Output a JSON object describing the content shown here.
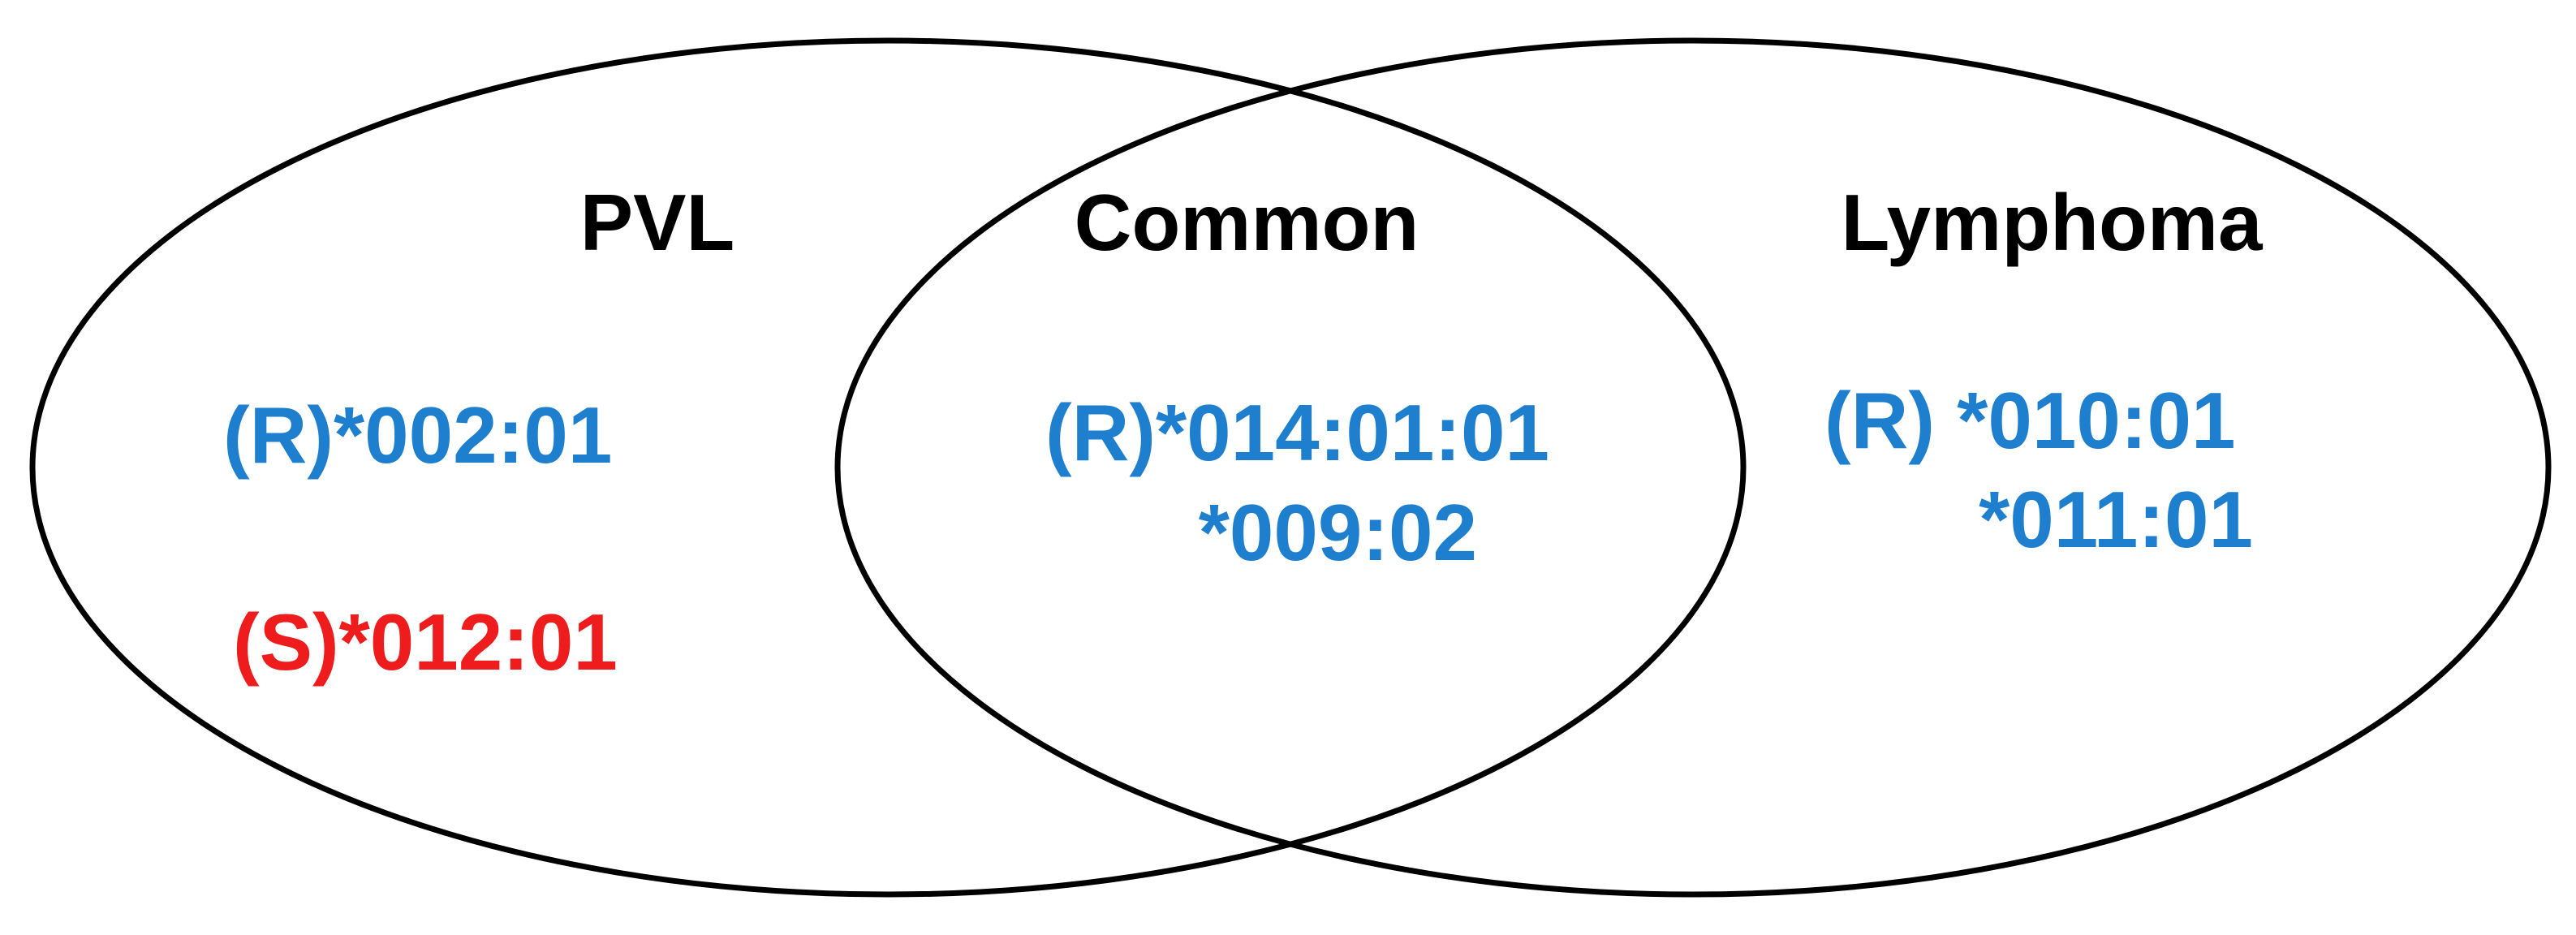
{
  "colors": {
    "outline": "#000000",
    "heading": "#000000",
    "resistant": "#1F7FCF",
    "susceptible": "#EE1C1C"
  },
  "sets": {
    "pvl": {
      "label": "PVL",
      "alleles": [
        {
          "text": "(R)*002:01",
          "kind": "resistant"
        },
        {
          "text": "(S)*012:01",
          "kind": "susceptible"
        }
      ]
    },
    "common": {
      "label": "Common",
      "alleles": [
        {
          "text": "(R)*014:01:01",
          "kind": "resistant"
        },
        {
          "text": "*009:02",
          "kind": "resistant"
        }
      ]
    },
    "lymphoma": {
      "label": "Lymphoma",
      "alleles": [
        {
          "text": "(R) *010:01",
          "kind": "resistant"
        },
        {
          "text": "*011:01",
          "kind": "resistant"
        }
      ]
    }
  }
}
